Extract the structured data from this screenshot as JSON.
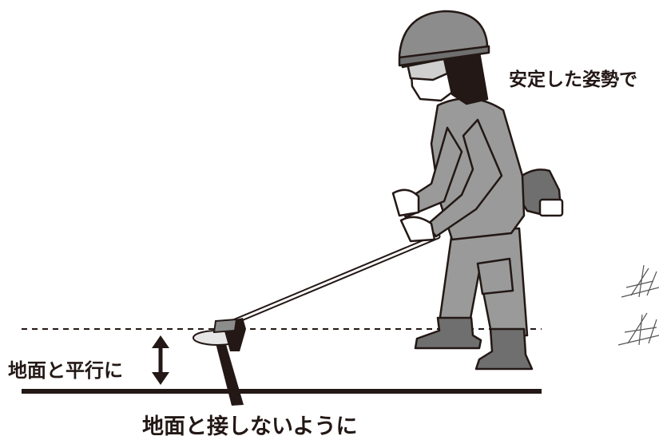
{
  "labels": {
    "stable_posture": "安定した姿勢で",
    "parallel_to_ground": "地面と平行に",
    "not_touching_ground": "地面と接しないように"
  },
  "colors": {
    "ink": "#231815",
    "clothing": "#9a9a9a",
    "clothing_dark": "#6f6f6f",
    "helmet": "#8c8c8c",
    "skin": "#ffffff",
    "grass": "#555555"
  }
}
